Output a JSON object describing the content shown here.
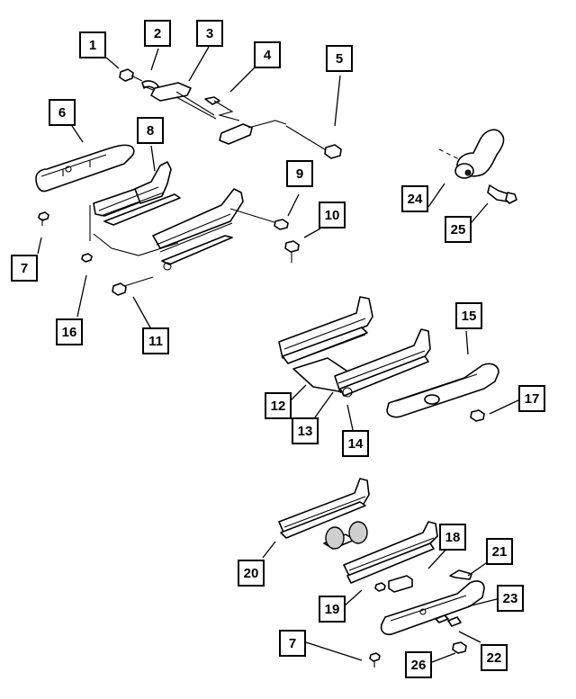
{
  "callouts": [
    "1",
    "2",
    "3",
    "4",
    "5",
    "6",
    "7",
    "8",
    "9",
    "10",
    "11",
    "12",
    "13",
    "14",
    "15",
    "16",
    "17",
    "18",
    "19",
    "20",
    "21",
    "22",
    "23",
    "24",
    "25",
    "26",
    "7"
  ]
}
